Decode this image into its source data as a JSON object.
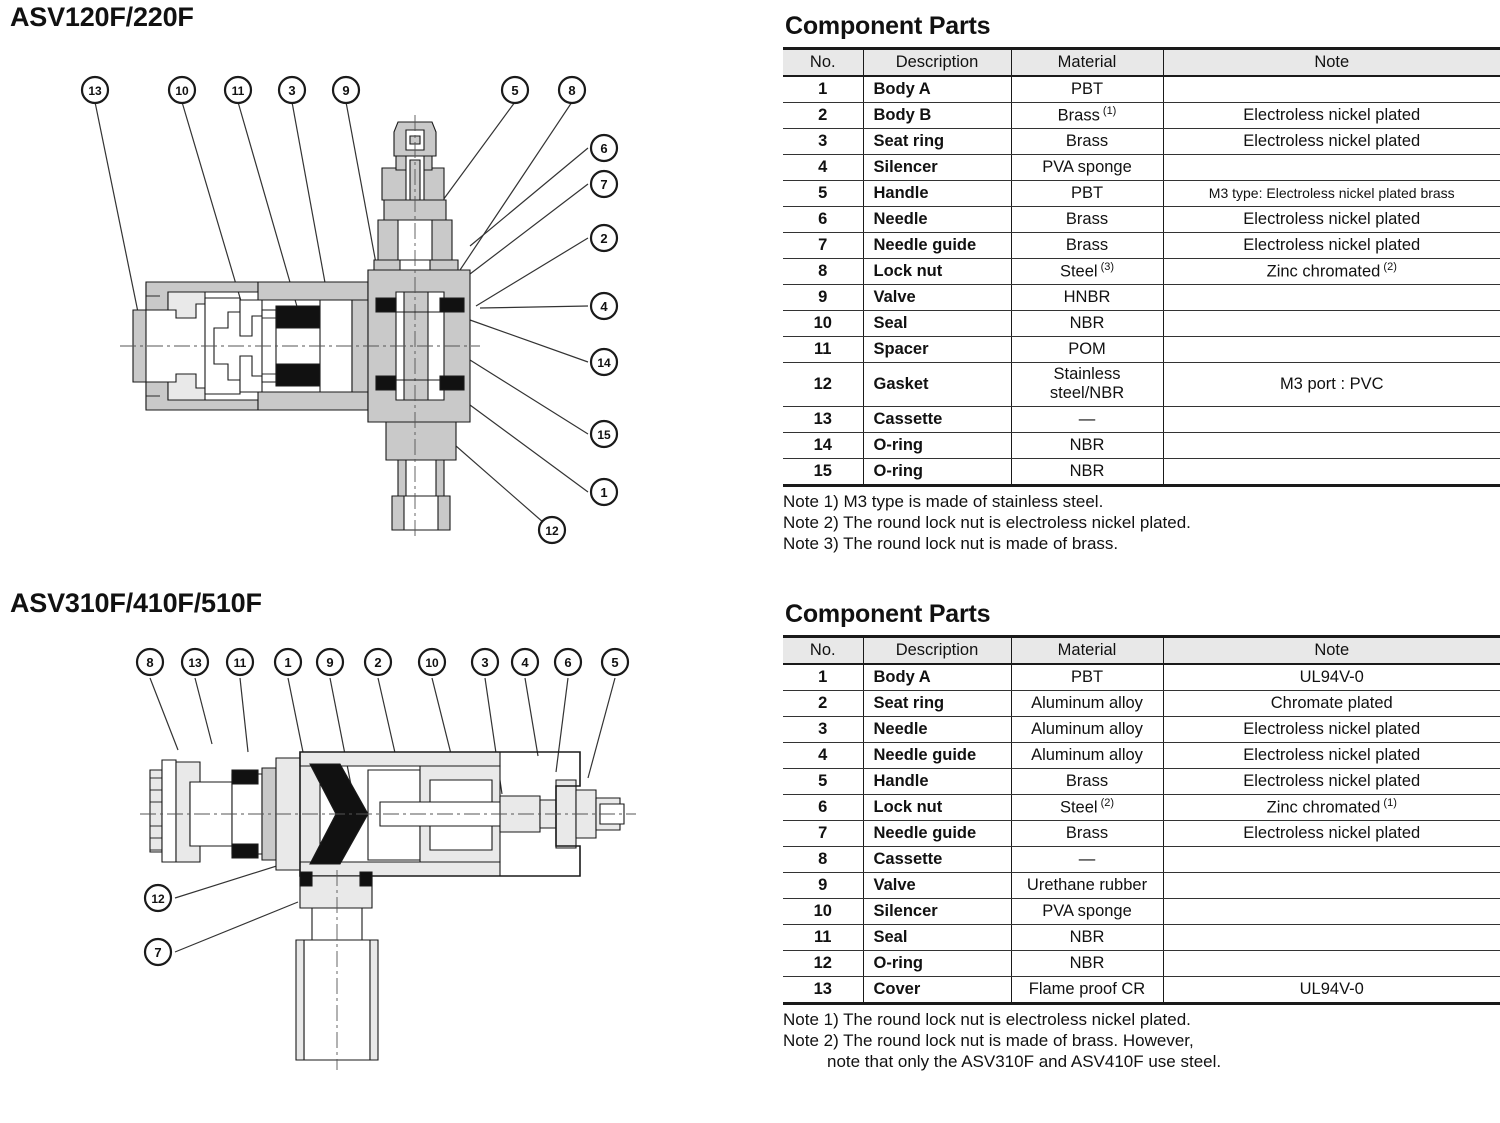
{
  "diagrams": [
    {
      "title": "ASV120F/220F",
      "callouts_top": [
        "13",
        "10",
        "11",
        "3",
        "9",
        "5",
        "8"
      ],
      "callouts_right": [
        "6",
        "7",
        "2",
        "4",
        "14",
        "15",
        "1"
      ],
      "callouts_bottom": [
        "12"
      ]
    },
    {
      "title": "ASV310F/410F/510F",
      "callouts_top": [
        "8",
        "13",
        "11",
        "1",
        "9",
        "2",
        "10",
        "3",
        "4",
        "6",
        "5"
      ],
      "callouts_left": [
        "12",
        "7"
      ]
    }
  ],
  "tables": [
    {
      "heading": "Component Parts",
      "columns": [
        "No.",
        "Description",
        "Material",
        "Note"
      ],
      "rows": [
        {
          "no": "1",
          "desc": "Body A",
          "mat": "PBT",
          "mat_sup": "",
          "note": "",
          "note_sup": "",
          "note_small": false
        },
        {
          "no": "2",
          "desc": "Body B",
          "mat": "Brass",
          "mat_sup": "(1)",
          "note": "Electroless nickel plated",
          "note_sup": "",
          "note_small": false
        },
        {
          "no": "3",
          "desc": "Seat ring",
          "mat": "Brass",
          "mat_sup": "",
          "note": "Electroless nickel plated",
          "note_sup": "",
          "note_small": false
        },
        {
          "no": "4",
          "desc": "Silencer",
          "mat": "PVA sponge",
          "mat_sup": "",
          "note": "",
          "note_sup": "",
          "note_small": false
        },
        {
          "no": "5",
          "desc": "Handle",
          "mat": "PBT",
          "mat_sup": "",
          "note": "M3 type: Electroless nickel plated brass",
          "note_sup": "",
          "note_small": true
        },
        {
          "no": "6",
          "desc": "Needle",
          "mat": "Brass",
          "mat_sup": "",
          "note": "Electroless nickel plated",
          "note_sup": "",
          "note_small": false
        },
        {
          "no": "7",
          "desc": "Needle guide",
          "mat": "Brass",
          "mat_sup": "",
          "note": "Electroless nickel plated",
          "note_sup": "",
          "note_small": false
        },
        {
          "no": "8",
          "desc": "Lock nut",
          "mat": "Steel",
          "mat_sup": "(3)",
          "note": "Zinc chromated",
          "note_sup": "(2)",
          "note_small": false
        },
        {
          "no": "9",
          "desc": "Valve",
          "mat": "HNBR",
          "mat_sup": "",
          "note": "",
          "note_sup": "",
          "note_small": false
        },
        {
          "no": "10",
          "desc": "Seal",
          "mat": "NBR",
          "mat_sup": "",
          "note": "",
          "note_sup": "",
          "note_small": false
        },
        {
          "no": "11",
          "desc": "Spacer",
          "mat": "POM",
          "mat_sup": "",
          "note": "",
          "note_sup": "",
          "note_small": false
        },
        {
          "no": "12",
          "desc": "Gasket",
          "mat": "Stainless steel/NBR",
          "mat_sup": "",
          "note": "M3 port : PVC",
          "note_sup": "",
          "note_small": false
        },
        {
          "no": "13",
          "desc": "Cassette",
          "mat": "—",
          "mat_sup": "",
          "note": "",
          "note_sup": "",
          "note_small": false
        },
        {
          "no": "14",
          "desc": "O-ring",
          "mat": "NBR",
          "mat_sup": "",
          "note": "",
          "note_sup": "",
          "note_small": false
        },
        {
          "no": "15",
          "desc": "O-ring",
          "mat": "NBR",
          "mat_sup": "",
          "note": "",
          "note_sup": "",
          "note_small": false
        }
      ],
      "notes": [
        {
          "text": "Note 1) M3 type is made of stainless steel.",
          "cont": false
        },
        {
          "text": "Note 2) The round lock nut is electroless nickel plated.",
          "cont": false
        },
        {
          "text": "Note 3) The round lock nut is made of brass.",
          "cont": false
        }
      ]
    },
    {
      "heading": "Component Parts",
      "columns": [
        "No.",
        "Description",
        "Material",
        "Note"
      ],
      "rows": [
        {
          "no": "1",
          "desc": "Body A",
          "mat": "PBT",
          "mat_sup": "",
          "note": "UL94V-0",
          "note_sup": "",
          "note_small": false
        },
        {
          "no": "2",
          "desc": "Seat ring",
          "mat": "Aluminum alloy",
          "mat_sup": "",
          "note": "Chromate plated",
          "note_sup": "",
          "note_small": false
        },
        {
          "no": "3",
          "desc": "Needle",
          "mat": "Aluminum alloy",
          "mat_sup": "",
          "note": "Electroless nickel plated",
          "note_sup": "",
          "note_small": false
        },
        {
          "no": "4",
          "desc": "Needle guide",
          "mat": "Aluminum alloy",
          "mat_sup": "",
          "note": "Electroless nickel plated",
          "note_sup": "",
          "note_small": false
        },
        {
          "no": "5",
          "desc": "Handle",
          "mat": "Brass",
          "mat_sup": "",
          "note": "Electroless nickel plated",
          "note_sup": "",
          "note_small": false
        },
        {
          "no": "6",
          "desc": "Lock nut",
          "mat": "Steel",
          "mat_sup": "(2)",
          "note": "Zinc chromated",
          "note_sup": "(1)",
          "note_small": false
        },
        {
          "no": "7",
          "desc": "Needle guide",
          "mat": "Brass",
          "mat_sup": "",
          "note": "Electroless nickel plated",
          "note_sup": "",
          "note_small": false
        },
        {
          "no": "8",
          "desc": "Cassette",
          "mat": "—",
          "mat_sup": "",
          "note": "",
          "note_sup": "",
          "note_small": false
        },
        {
          "no": "9",
          "desc": "Valve",
          "mat": "Urethane rubber",
          "mat_sup": "",
          "note": "",
          "note_sup": "",
          "note_small": false
        },
        {
          "no": "10",
          "desc": "Silencer",
          "mat": "PVA sponge",
          "mat_sup": "",
          "note": "",
          "note_sup": "",
          "note_small": false
        },
        {
          "no": "11",
          "desc": "Seal",
          "mat": "NBR",
          "mat_sup": "",
          "note": "",
          "note_sup": "",
          "note_small": false
        },
        {
          "no": "12",
          "desc": "O-ring",
          "mat": "NBR",
          "mat_sup": "",
          "note": "",
          "note_sup": "",
          "note_small": false
        },
        {
          "no": "13",
          "desc": "Cover",
          "mat": "Flame proof CR",
          "mat_sup": "",
          "note": "UL94V-0",
          "note_sup": "",
          "note_small": false
        }
      ],
      "notes": [
        {
          "text": "Note 1) The round lock nut is electroless nickel plated.",
          "cont": false
        },
        {
          "text": "Note 2) The round lock nut is made of brass. However,",
          "cont": false
        },
        {
          "text": "note that only the ASV310F and ASV410F use steel.",
          "cont": true
        }
      ]
    }
  ],
  "colors": {
    "line": "#1a1a1a",
    "fill_gray": "#c9c9c9",
    "fill_light": "#e9e9e9",
    "fill_black": "#111111",
    "header_bg": "#e8e8e8"
  }
}
